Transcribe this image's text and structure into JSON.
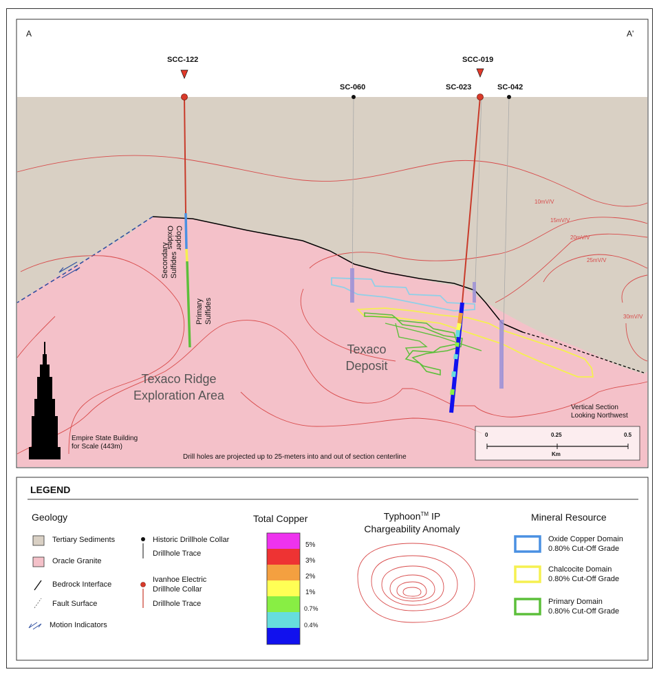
{
  "section": {
    "left_end": "A",
    "right_end": "A'",
    "holes": [
      {
        "name": "SCC-122"
      },
      {
        "name": "SC-060"
      },
      {
        "name": "SCC-019"
      },
      {
        "name": "SC-023"
      },
      {
        "name": "SC-042"
      }
    ],
    "contours": [
      "10mV/V",
      "15mV/V",
      "20mV/V",
      "25mV/V",
      "30mV/V"
    ],
    "interval_labels": {
      "copper": "Copper",
      "oxides": "Oxides",
      "secondary": "Secondary",
      "sulfides": "Sulfides",
      "primary": "Primary",
      "primary_sulfides": "Sulfides"
    },
    "area_names": {
      "ridge_line1": "Texaco Ridge",
      "ridge_line2": "Exploration Area",
      "deposit_line1": "Texaco",
      "deposit_line2": "Deposit"
    },
    "empire_label_1": "Empire State Building",
    "empire_label_2": "for Scale (443m)",
    "view_label_1": "Vertical Section",
    "view_label_2": "Looking Northwest",
    "projection_note": "Drill holes are projected up to 25-meters into and out of section centerline",
    "scale": {
      "ticks": [
        "0",
        "0.25",
        "0.5"
      ],
      "unit": "Km"
    }
  },
  "legend": {
    "title": "LEGEND",
    "geology": {
      "heading": "Geology",
      "items": [
        "Tertiary Sediments",
        "Oracle Granite",
        "Bedrock Interface",
        "Fault Surface",
        "Motion Indicators"
      ],
      "colors": {
        "tertiary": "#d9d0c4",
        "granite": "#f4c1c9"
      }
    },
    "drillholes": {
      "historic_collar": "Historic Drillhole Collar",
      "historic_trace": "Drillhole Trace",
      "ivanhoe_collar_1": "Ivanhoe Electric",
      "ivanhoe_collar_2": "Drillhole Collar",
      "ivanhoe_trace": "Drillhole Trace"
    },
    "copper": {
      "heading": "Total Copper",
      "bins": [
        {
          "color": "#ee33ee",
          "label": "5%"
        },
        {
          "color": "#ee3333",
          "label": "3%"
        },
        {
          "color": "#f4a040",
          "label": "2%"
        },
        {
          "color": "#ffff55",
          "label": "1%"
        },
        {
          "color": "#88ee44",
          "label": "0.7%"
        },
        {
          "color": "#66dddd",
          "label": "0.4%"
        },
        {
          "color": "#1111ee",
          "label": ""
        }
      ]
    },
    "typhoon": {
      "heading_1": "Typhoon",
      "heading_tm": "TM",
      "heading_1b": " IP",
      "heading_2": "Chargeability Anomaly"
    },
    "mineral": {
      "heading": "Mineral Resource",
      "items": [
        {
          "name": "Oxide Copper Domain",
          "grade": "0.80% Cut-Off Grade",
          "color": "#4a90e2"
        },
        {
          "name": "Chalcocite Domain",
          "grade": "0.80% Cut-Off Grade",
          "color": "#f5f050"
        },
        {
          "name": "Primary Domain",
          "grade": "0.80% Cut-Off Grade",
          "color": "#5cbf3a"
        }
      ]
    }
  }
}
